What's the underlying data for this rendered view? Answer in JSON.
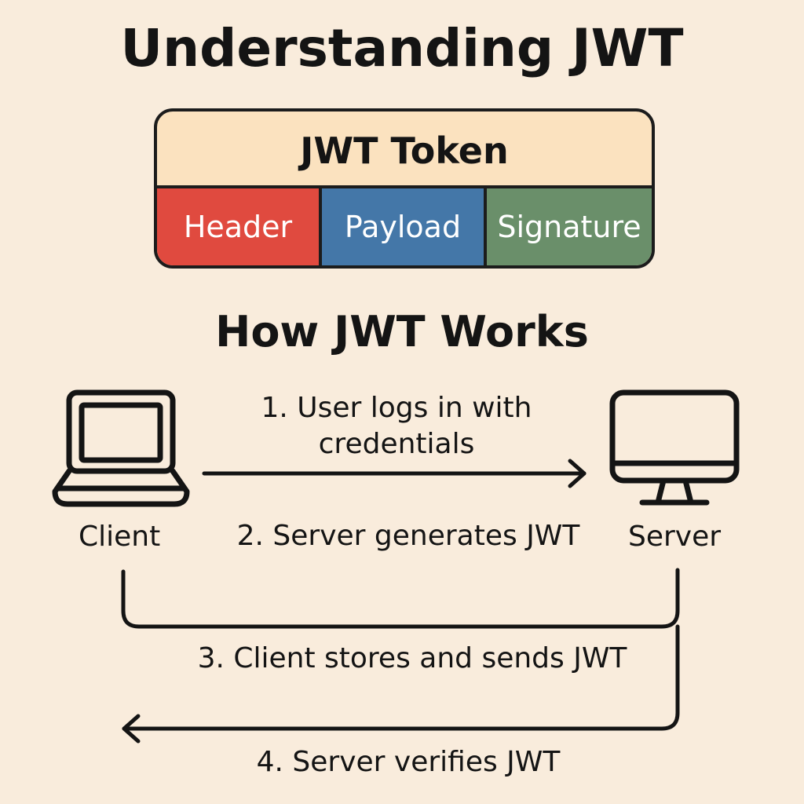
{
  "title": "Understanding JWT",
  "token": {
    "title": "JWT Token",
    "parts": [
      {
        "label": "Header",
        "color": "#e04a3f"
      },
      {
        "label": "Payload",
        "color": "#4477a8"
      },
      {
        "label": "Signature",
        "color": "#6a8f6a"
      }
    ]
  },
  "subtitle": "How JWT Works",
  "client_label": "Client",
  "server_label": "Server",
  "steps": [
    "1. User logs in with credentials",
    "2. Server generates JWT",
    "3. Client stores and sends JWT",
    "4. Server verifies JWT"
  ],
  "icons": {
    "client": "laptop-icon",
    "server": "monitor-icon"
  },
  "colors": {
    "background": "#f9ecdc",
    "token_header": "#fbe2bf",
    "ink": "#141414"
  }
}
